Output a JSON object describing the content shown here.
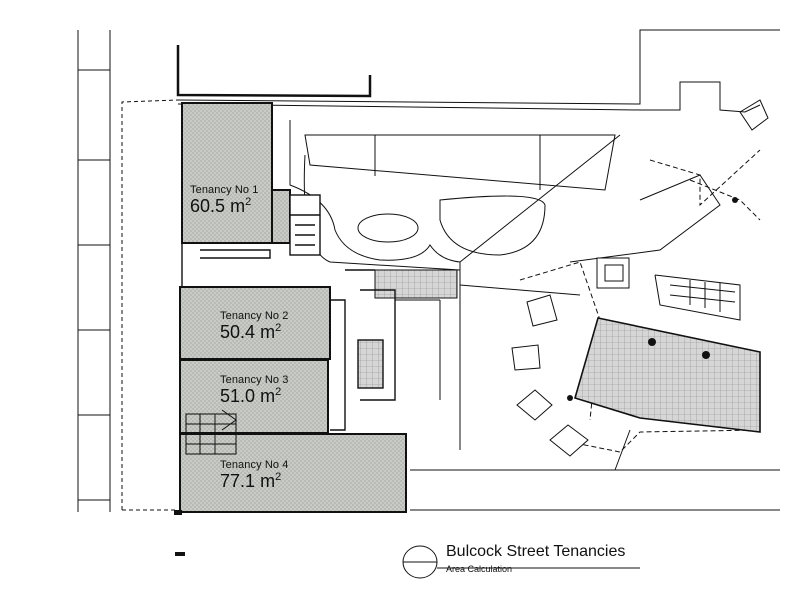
{
  "tenancies": [
    {
      "name": "Tenancy No 1",
      "area_value": "60.5",
      "area_unit": "m",
      "area_power": "2"
    },
    {
      "name": "Tenancy No 2",
      "area_value": "50.4",
      "area_unit": "m",
      "area_power": "2"
    },
    {
      "name": "Tenancy No 3",
      "area_value": "51.0",
      "area_unit": "m",
      "area_power": "2"
    },
    {
      "name": "Tenancy No 4",
      "area_value": "77.1",
      "area_unit": "m",
      "area_power": "2"
    }
  ],
  "legend": {
    "title": "Bulcock Street Tenancies",
    "subtitle": "Area Calculation"
  },
  "colors": {
    "tenancy_fill": "#bfc2bd",
    "line": "#111111",
    "paving_fill": "#d6d6d6"
  }
}
